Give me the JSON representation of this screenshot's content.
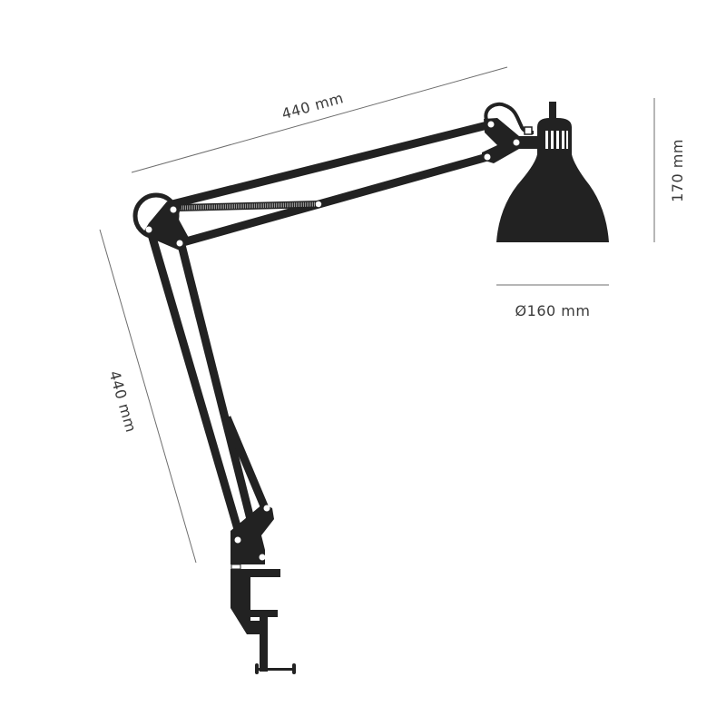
{
  "drawing": {
    "subject": "Architect desk lamp with clamp base",
    "colors": {
      "lamp": "#222222",
      "dimension_line": "#6e6e6e",
      "label": "#3a3a3a",
      "background": "#ffffff"
    }
  },
  "dimensions": {
    "upper_arm_length": "440 mm",
    "lower_arm_length": "440 mm",
    "shade_height": "170 mm",
    "shade_diameter": "Ø160 mm"
  }
}
